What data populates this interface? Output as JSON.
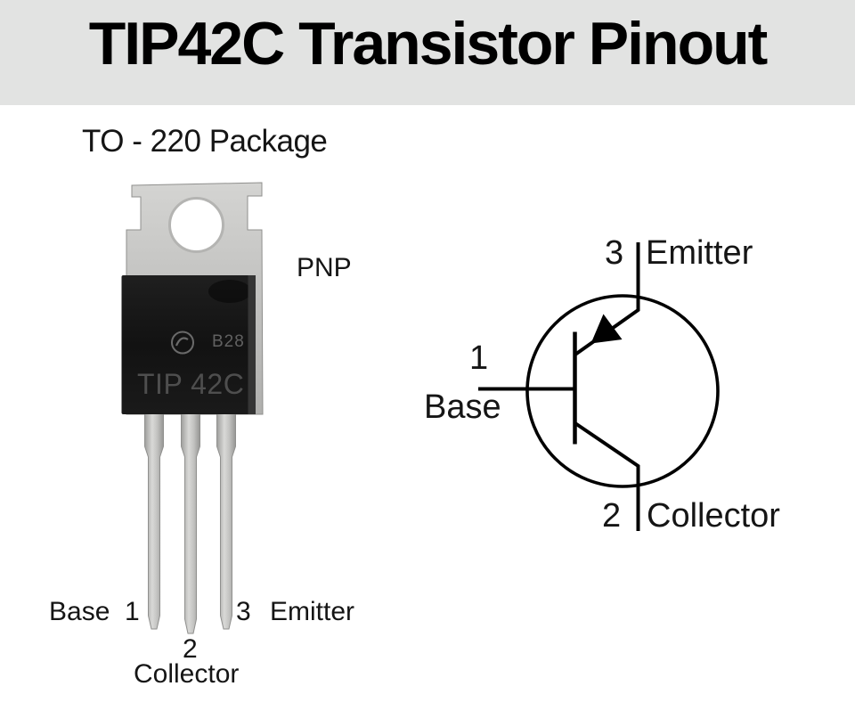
{
  "header": {
    "title": "TIP42C Transistor Pinout",
    "background": "#e2e3e2",
    "text_color": "#000000"
  },
  "package": {
    "caption": "TO - 220 Package",
    "polarity": "PNP",
    "markings": {
      "code": "B28",
      "part": "TIP 42C",
      "logo": "st-logo-icon"
    }
  },
  "pins": [
    {
      "number": "1",
      "name": "Base"
    },
    {
      "number": "2",
      "name": "Collector"
    },
    {
      "number": "3",
      "name": "Emitter"
    }
  ],
  "colors": {
    "banner_gray": "#e2e3e2",
    "tab_metal": "#c3c3c1",
    "body_plastic": "#161616",
    "lead_metal": "#c9c9c7",
    "marking_text": "#5a5a5a",
    "symbol_stroke": "#010101",
    "background": "#ffffff"
  }
}
